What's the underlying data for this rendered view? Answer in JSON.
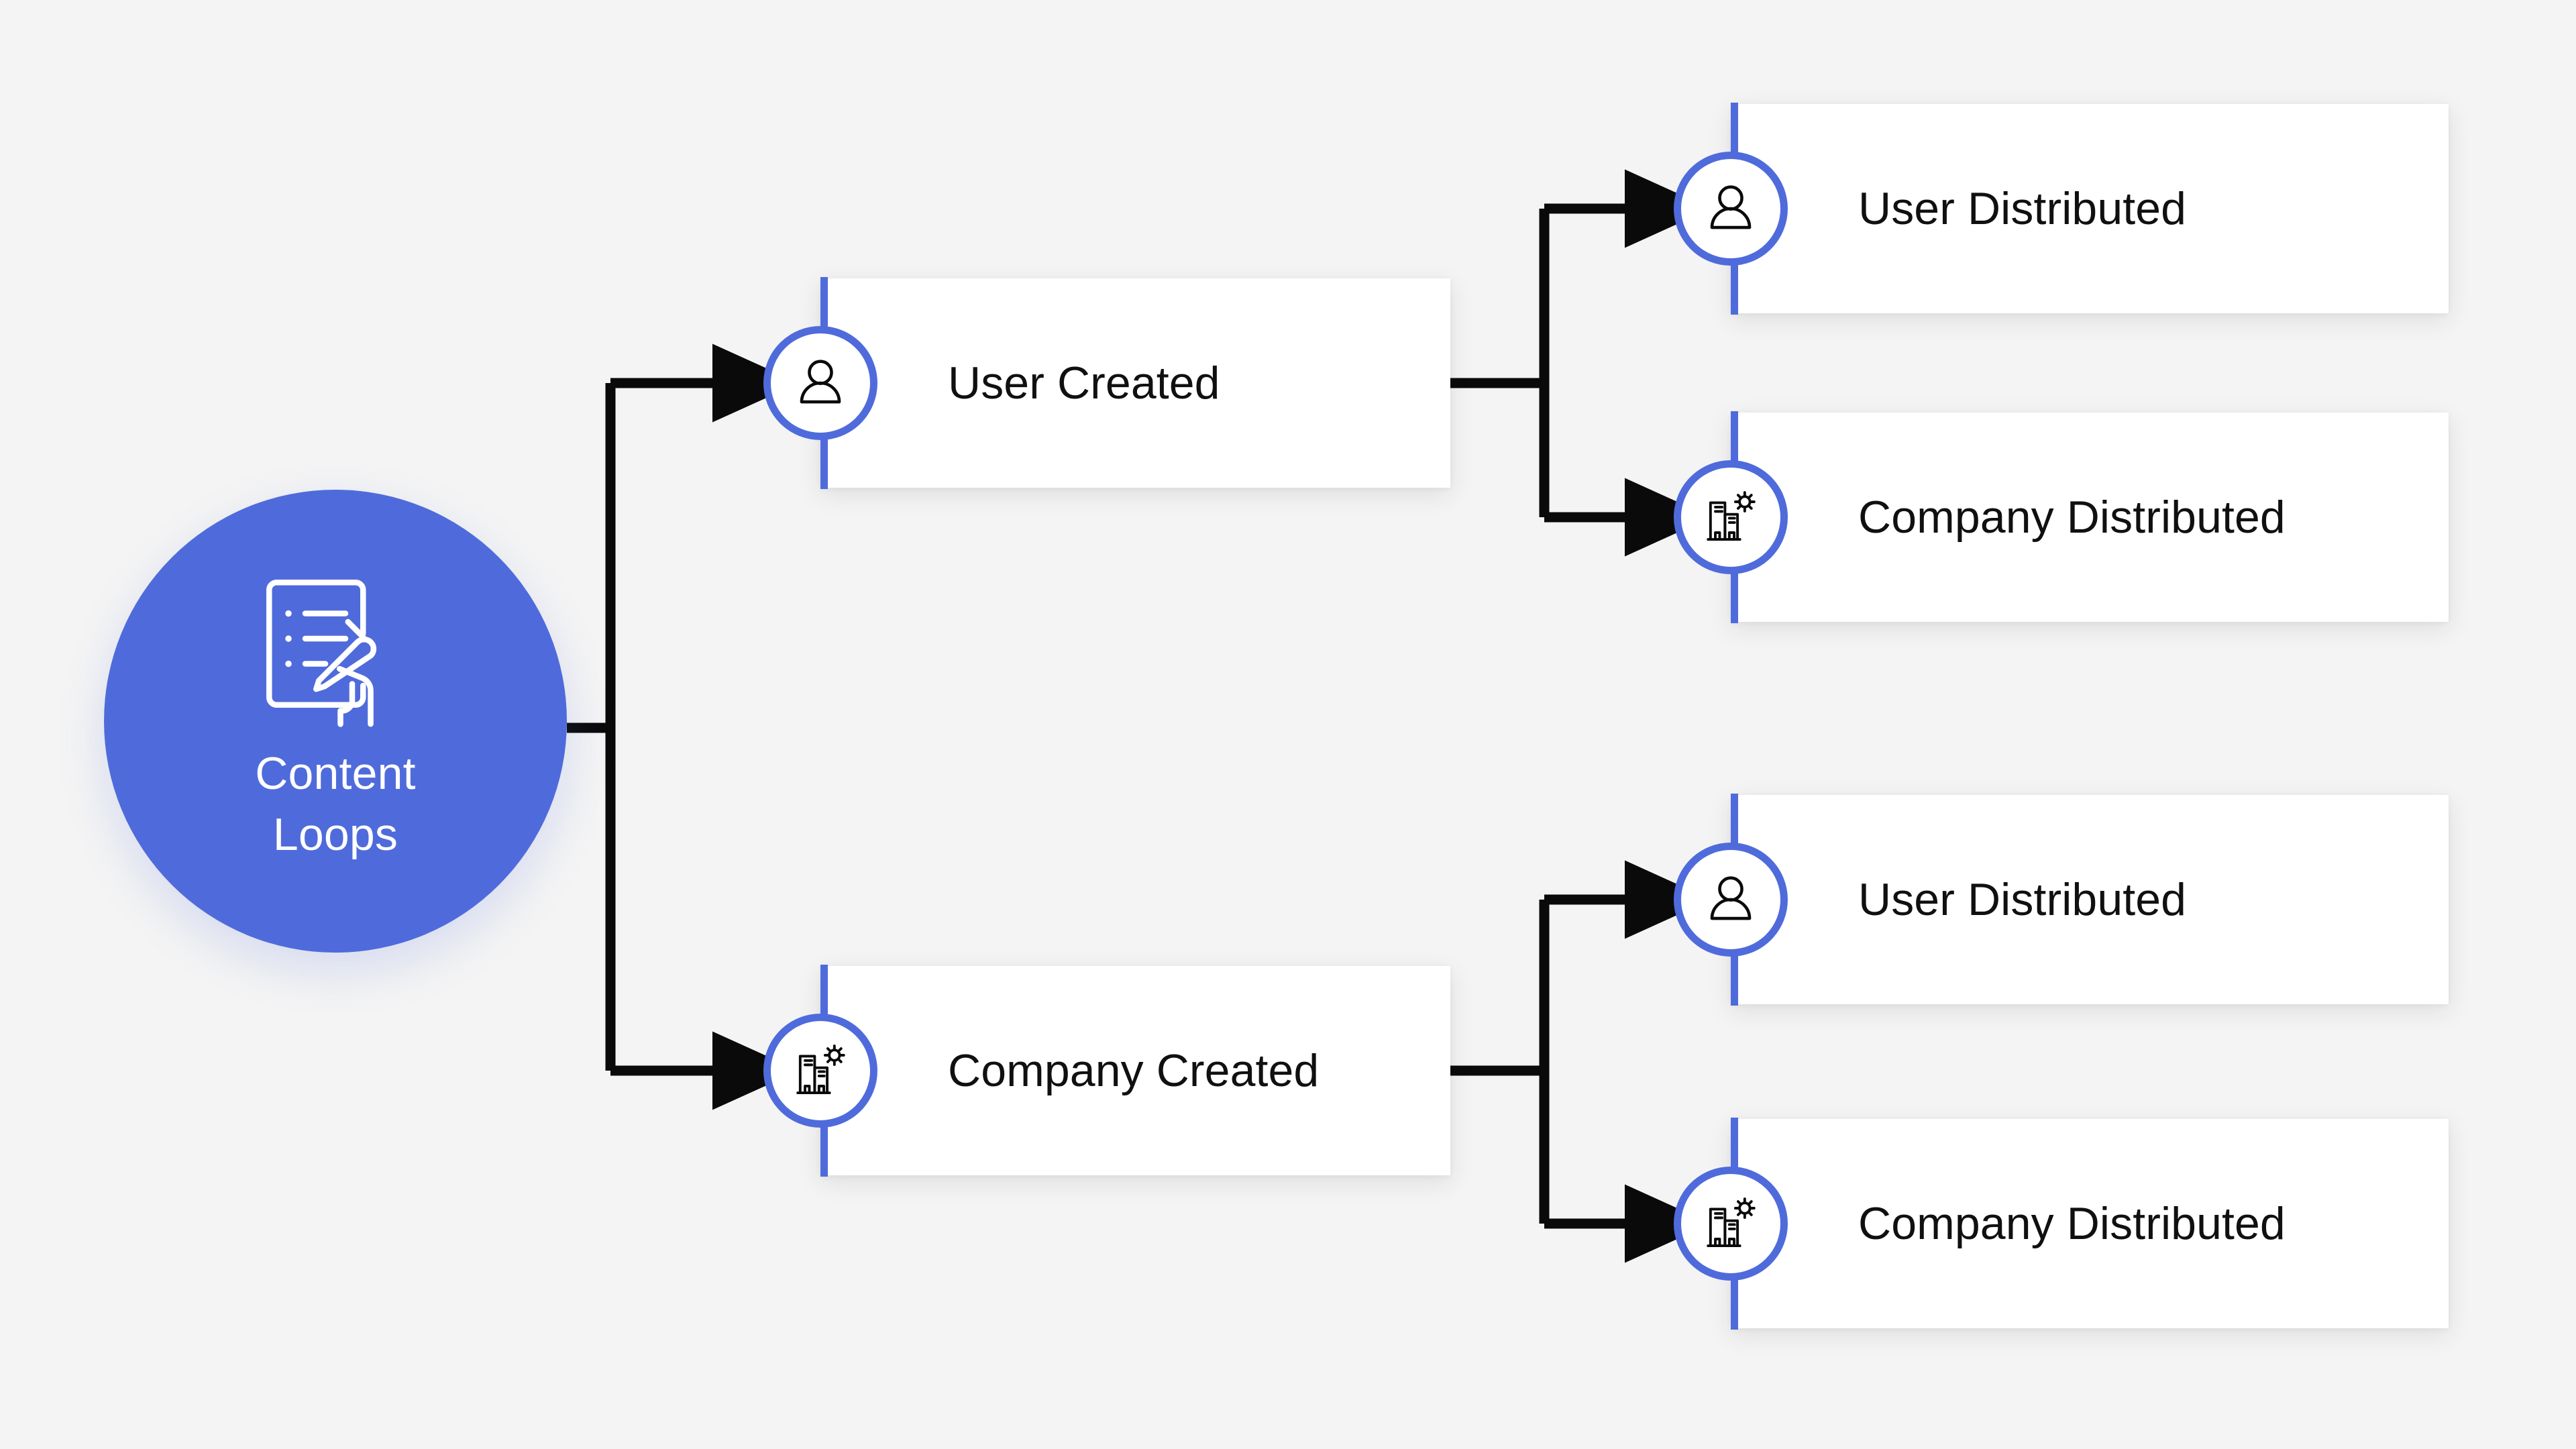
{
  "diagram": {
    "type": "flow-tree",
    "background_color": "#F4F4F4",
    "accent_color": "#4F6BDB",
    "text_color": "#101010",
    "root": {
      "label": "Content\nLoops",
      "icon": "note-pencil-writing-icon",
      "shape": "circle",
      "fill_color": "#4F6BDB",
      "label_color": "#FFFFFF"
    },
    "level1": [
      {
        "id": "user-created",
        "label": "User Created",
        "icon": "user-icon"
      },
      {
        "id": "company-created",
        "label": "Company Created",
        "icon": "company-building-sun-icon"
      }
    ],
    "level2": [
      {
        "id": "user-dist-1",
        "parent": "user-created",
        "label": "User Distributed",
        "icon": "user-icon"
      },
      {
        "id": "company-dist-1",
        "parent": "user-created",
        "label": "Company Distributed",
        "icon": "company-building-sun-icon"
      },
      {
        "id": "user-dist-2",
        "parent": "company-created",
        "label": "User Distributed",
        "icon": "user-icon"
      },
      {
        "id": "company-dist-2",
        "parent": "company-created",
        "label": "Company Distributed",
        "icon": "company-building-sun-icon"
      }
    ],
    "edges": [
      {
        "from": "content-loops",
        "to": "user-created",
        "style": "elbow-arrow"
      },
      {
        "from": "content-loops",
        "to": "company-created",
        "style": "elbow-arrow"
      },
      {
        "from": "user-created",
        "to": "user-dist-1",
        "style": "elbow-arrow"
      },
      {
        "from": "user-created",
        "to": "company-dist-1",
        "style": "elbow-arrow"
      },
      {
        "from": "company-created",
        "to": "user-dist-2",
        "style": "elbow-arrow"
      },
      {
        "from": "company-created",
        "to": "company-dist-2",
        "style": "elbow-arrow"
      }
    ]
  }
}
